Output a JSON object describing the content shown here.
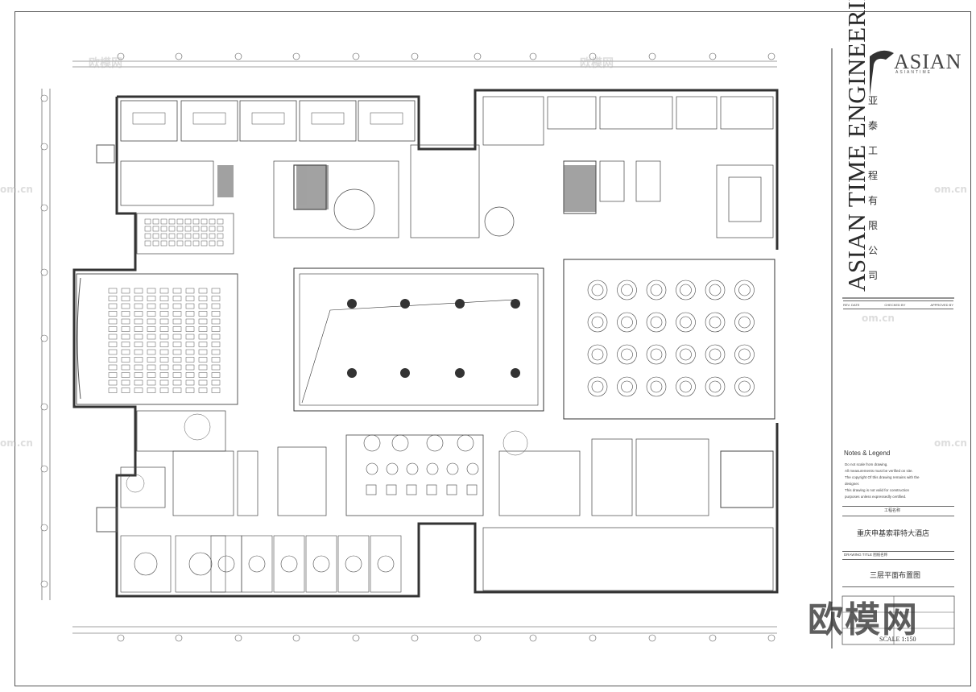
{
  "title_block": {
    "company_en": "ASIAN TIME ENGINEERING",
    "company_cn": "亚泰工程有限公司",
    "logo_text": "ASIAN",
    "logo_sub": "ASIANTIME",
    "revision_headers": [
      "REV. DATE",
      "CHECKED BY",
      "APPROVED BY"
    ],
    "notes_title": "Notes & Legend",
    "notes": [
      "Do not scale from drawing.",
      "All measurements must be verified on site.",
      "The copyright Of this drawing remains with the",
      "designer.",
      "This drawing is not valid for construction",
      "purposes unless expressedly certified."
    ],
    "project_label": "工程名称",
    "project_name": "重庆申基索菲特大酒店",
    "drawing_title_label": "DRAWING TITLE   图纸名称",
    "drawing_title": "三层平面布置图",
    "scale": "SCALE 1:150"
  },
  "watermark": "欧模网",
  "watermark_small": "欧模网",
  "watermark_domain": "om.cn",
  "colors": {
    "line": "#333333",
    "wall": "#555555",
    "paper": "#ffffff"
  }
}
